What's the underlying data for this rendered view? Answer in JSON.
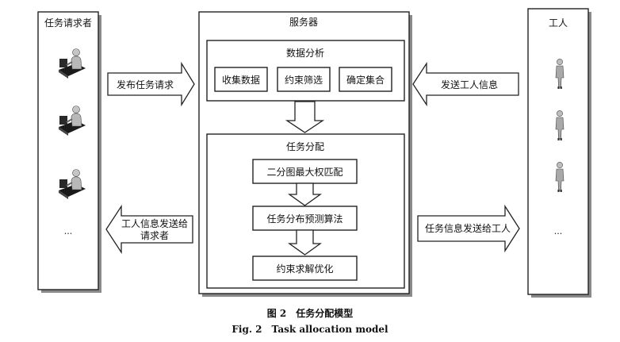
{
  "requester_panel": {
    "title": "任务请求者",
    "ellipsis": "..."
  },
  "server_panel": {
    "title": "服务器",
    "data_analysis": {
      "title": "数据分析",
      "steps": [
        "收集数据",
        "约束筛选",
        "确定集合"
      ]
    },
    "task_allocation": {
      "title": "任务分配",
      "steps": [
        "二分图最大权匹配",
        "任务分布预测算法",
        "约束求解优化"
      ]
    }
  },
  "worker_panel": {
    "title": "工人",
    "ellipsis": "..."
  },
  "arrows": {
    "publish_request": "发布任务请求",
    "send_worker_info": "发送工人信息",
    "worker_info_to_requester_line1": "工人信息发送给",
    "worker_info_to_requester_line2": "请求者",
    "task_info_to_worker": "任务信息发送给工人"
  },
  "caption": {
    "cn": "图 2　任务分配模型",
    "en": "Fig. 2　Task allocation model"
  }
}
